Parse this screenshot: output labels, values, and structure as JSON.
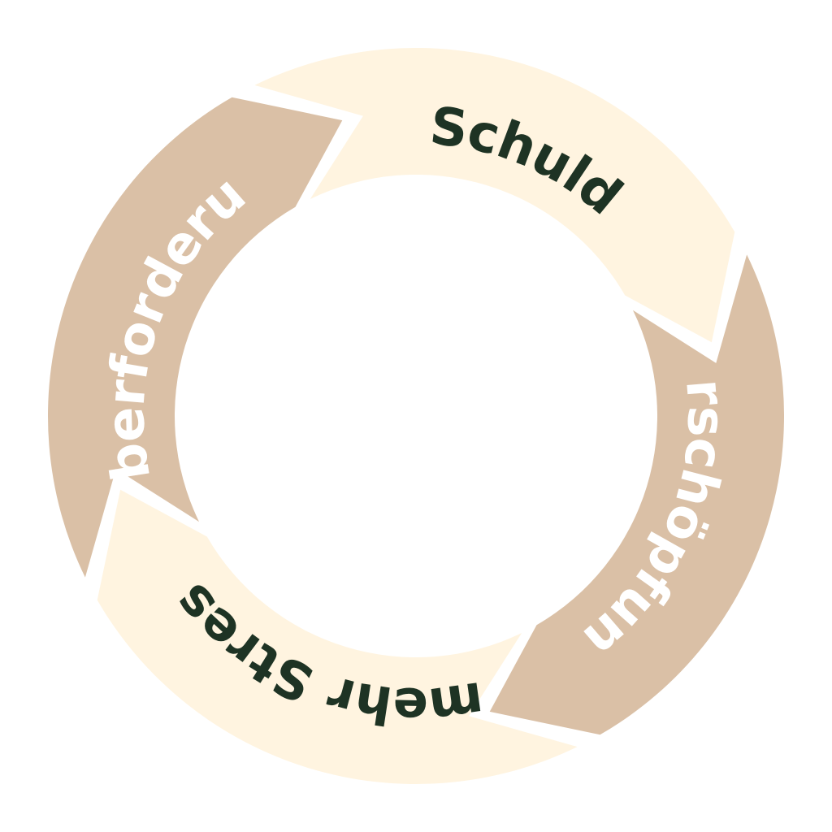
{
  "diagram": {
    "type": "cycle",
    "segments": [
      {
        "label": "Schuld",
        "fill": "#fff4e0",
        "text_color": "#1e3324"
      },
      {
        "label": "Erschöpfung",
        "fill": "#dac0a6",
        "text_color": "#ffffff"
      },
      {
        "label": "mehr Stress",
        "fill": "#fff4e0",
        "text_color": "#1e3324"
      },
      {
        "label": "Überforderung",
        "fill": "#dac0a6",
        "text_color": "#ffffff"
      }
    ],
    "background": "#ffffff"
  }
}
